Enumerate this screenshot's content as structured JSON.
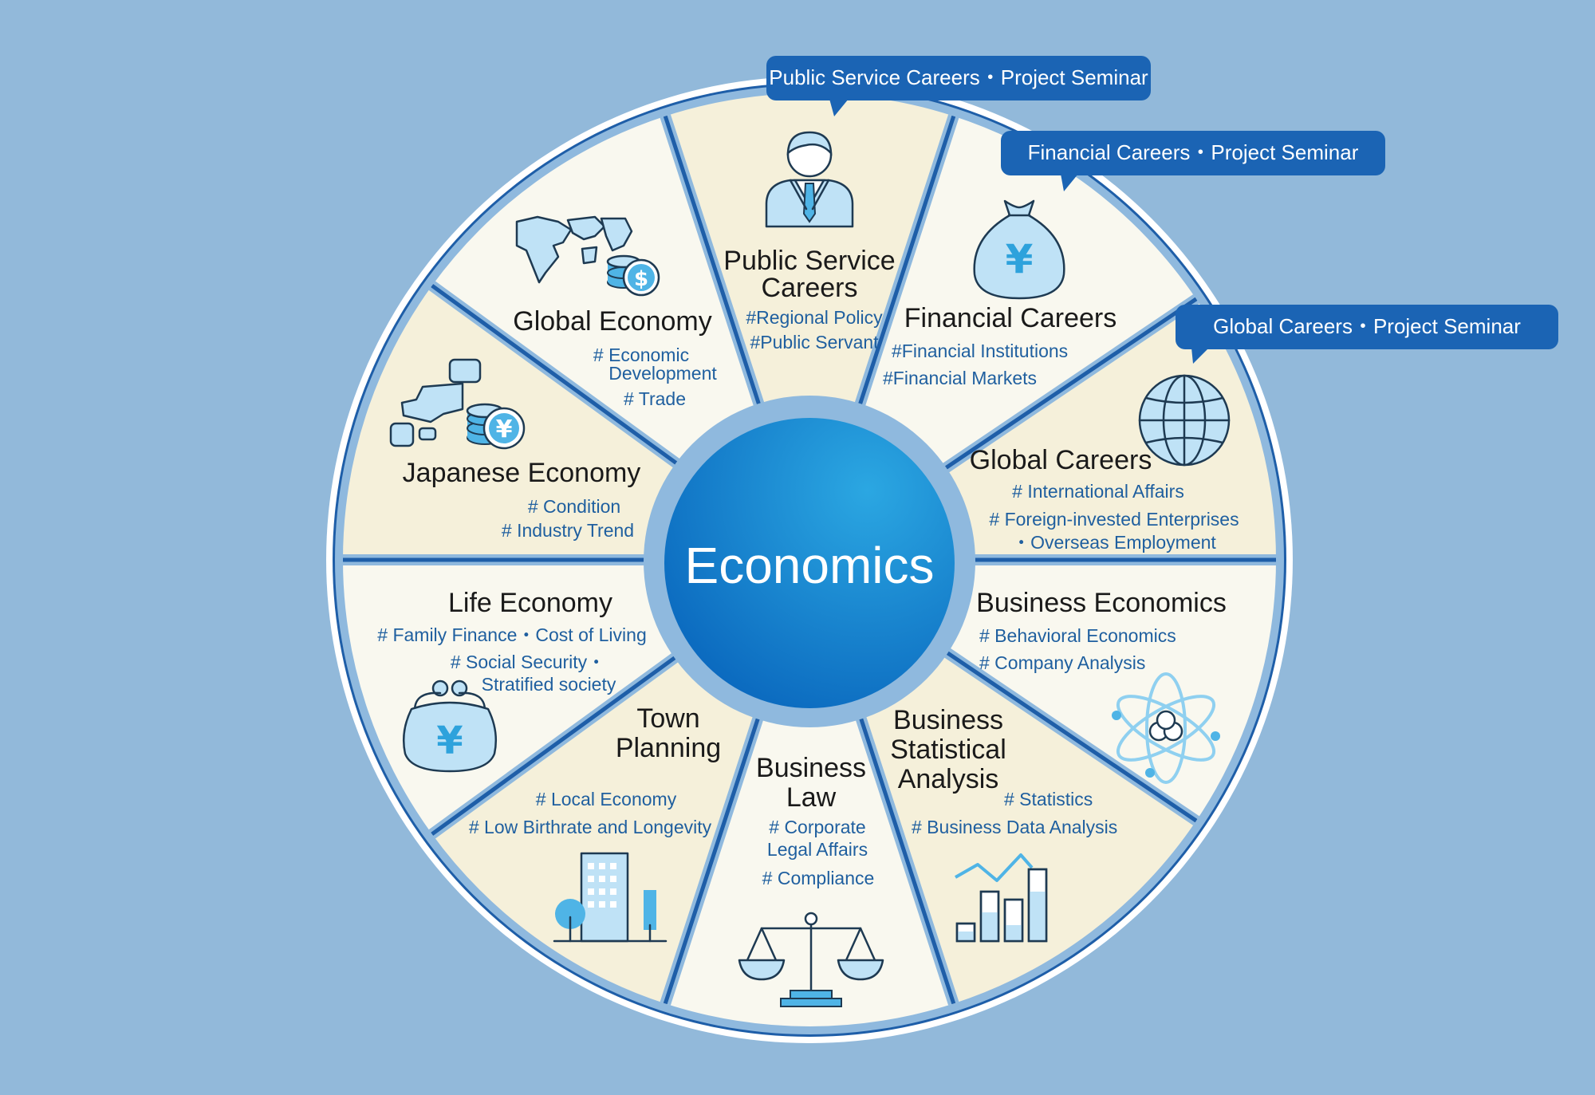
{
  "center": {
    "title": "Economics"
  },
  "callouts": [
    {
      "text": "Public Service Careers・Project Seminar"
    },
    {
      "text": "Financial Careers・Project Seminar"
    },
    {
      "text": "Global Careers・Project Seminar"
    }
  ],
  "segments": [
    {
      "id": "public-service-careers",
      "title": [
        "Public Service",
        "Careers"
      ],
      "tags": [
        "#Regional Policy",
        "#Public Servant"
      ],
      "icon": "civil-servant-icon"
    },
    {
      "id": "financial-careers",
      "title": [
        "Financial Careers"
      ],
      "tags": [
        "#Financial Institutions",
        "#Financial Markets"
      ],
      "icon": "money-bag-icon"
    },
    {
      "id": "global-careers",
      "title": [
        "Global Careers"
      ],
      "tags": [
        "# International Affairs",
        "# Foreign-invested Enterprises",
        "・Overseas Employment"
      ],
      "icon": "globe-icon"
    },
    {
      "id": "business-economics",
      "title": [
        "Business Economics"
      ],
      "tags": [
        "# Behavioral Economics",
        "# Company Analysis"
      ],
      "icon": "atom-icon"
    },
    {
      "id": "business-statistical-analysis",
      "title": [
        "Business",
        "Statistical",
        "Analysis"
      ],
      "tags": [
        "# Statistics",
        "# Business Data Analysis"
      ],
      "icon": "bar-chart-icon"
    },
    {
      "id": "business-law",
      "title": [
        "Business",
        "Law"
      ],
      "tags": [
        "# Corporate",
        "Legal Affairs",
        "# Compliance"
      ],
      "icon": "scales-icon"
    },
    {
      "id": "town-planning",
      "title": [
        "Town",
        "Planning"
      ],
      "tags": [
        "# Local Economy",
        "# Low Birthrate and Longevity"
      ],
      "icon": "buildings-icon"
    },
    {
      "id": "life-economy",
      "title": [
        "Life Economy"
      ],
      "tags": [
        "# Family Finance・Cost of Living",
        "# Social Security・",
        "Stratified society"
      ],
      "icon": "coin-purse-icon"
    },
    {
      "id": "japanese-economy",
      "title": [
        "Japanese Economy"
      ],
      "tags": [
        "# Condition",
        "# Industry Trend"
      ],
      "icon": "japan-yen-icon"
    },
    {
      "id": "global-economy",
      "title": [
        "Global Economy"
      ],
      "tags": [
        "# Economic",
        "Development",
        "# Trade"
      ],
      "icon": "world-dollar-icon"
    }
  ],
  "colors": {
    "background": "#92b9da",
    "segment_a": "#f5f0da",
    "segment_b": "#f9f8ef",
    "rim": "#8fb9de",
    "divider": "#1e5ea8",
    "center": "#1178c8",
    "callout": "#1b64b4"
  }
}
